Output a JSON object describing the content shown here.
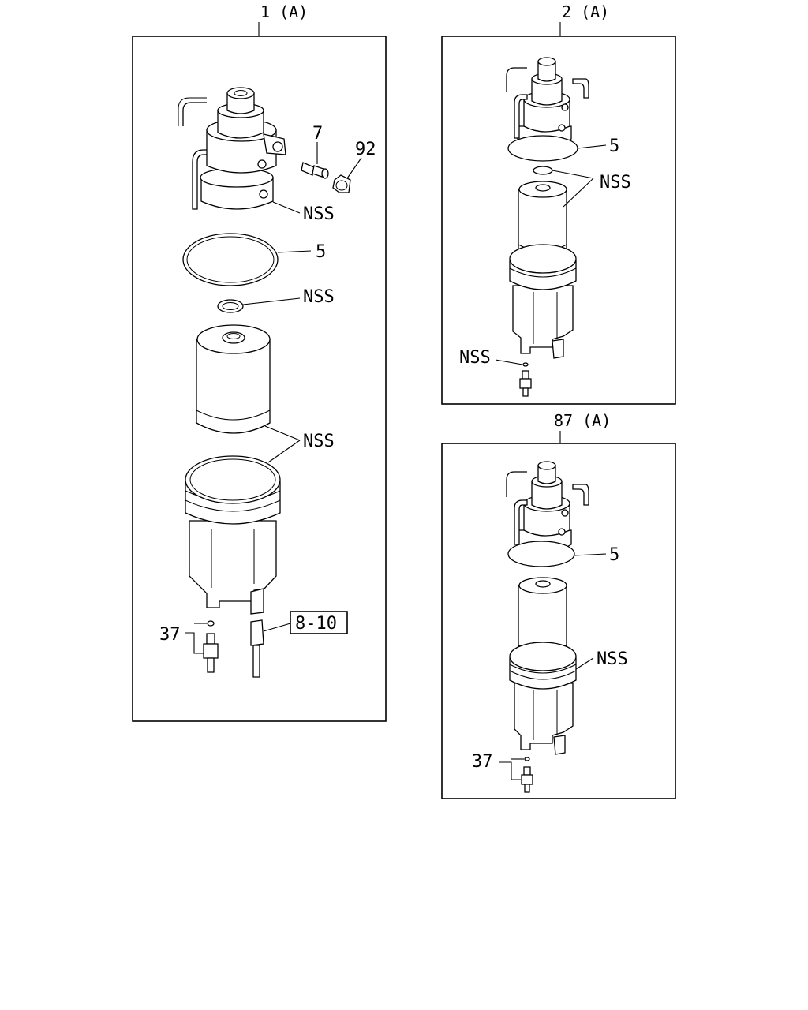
{
  "panels": [
    {
      "title": "1 (A)",
      "labels": {
        "p7": "7",
        "p92": "92",
        "nss_head": "NSS",
        "p5": "5",
        "nss_seal": "NSS",
        "nss_filter": "NSS",
        "p37": "37",
        "ref": "8-10"
      }
    },
    {
      "title": "2 (A)",
      "labels": {
        "p5": "5",
        "nss_filter": "NSS",
        "nss_drain": "NSS"
      }
    },
    {
      "title": "87 (A)",
      "labels": {
        "p5": "5",
        "nss_bowl": "NSS",
        "p37": "37"
      }
    }
  ]
}
